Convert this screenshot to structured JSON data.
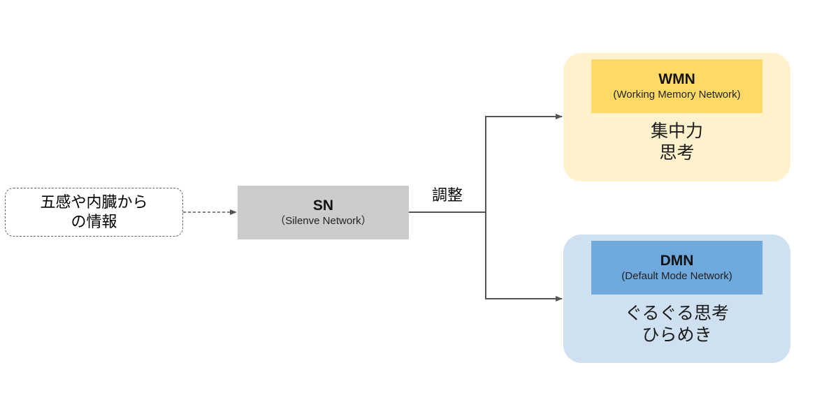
{
  "input": {
    "line1": "五感や内臓から",
    "line2": "の情報"
  },
  "sn": {
    "title": "SN",
    "subtitle": "（Silenve Network）"
  },
  "edge_label": "調整",
  "wmn": {
    "title": "WMN",
    "subtitle": "(Working Memory Network)",
    "caption_line1": "集中力",
    "caption_line2": "思考",
    "group_color": "#fff2cc",
    "box_color": "#ffd966"
  },
  "dmn": {
    "title": "DMN",
    "subtitle": "(Default Mode Network)",
    "caption_line1": "ぐるぐる思考",
    "caption_line2": "ひらめき",
    "group_color": "#cfe0f1",
    "box_color": "#6fa8dc"
  },
  "sn_color": "#cccccc"
}
